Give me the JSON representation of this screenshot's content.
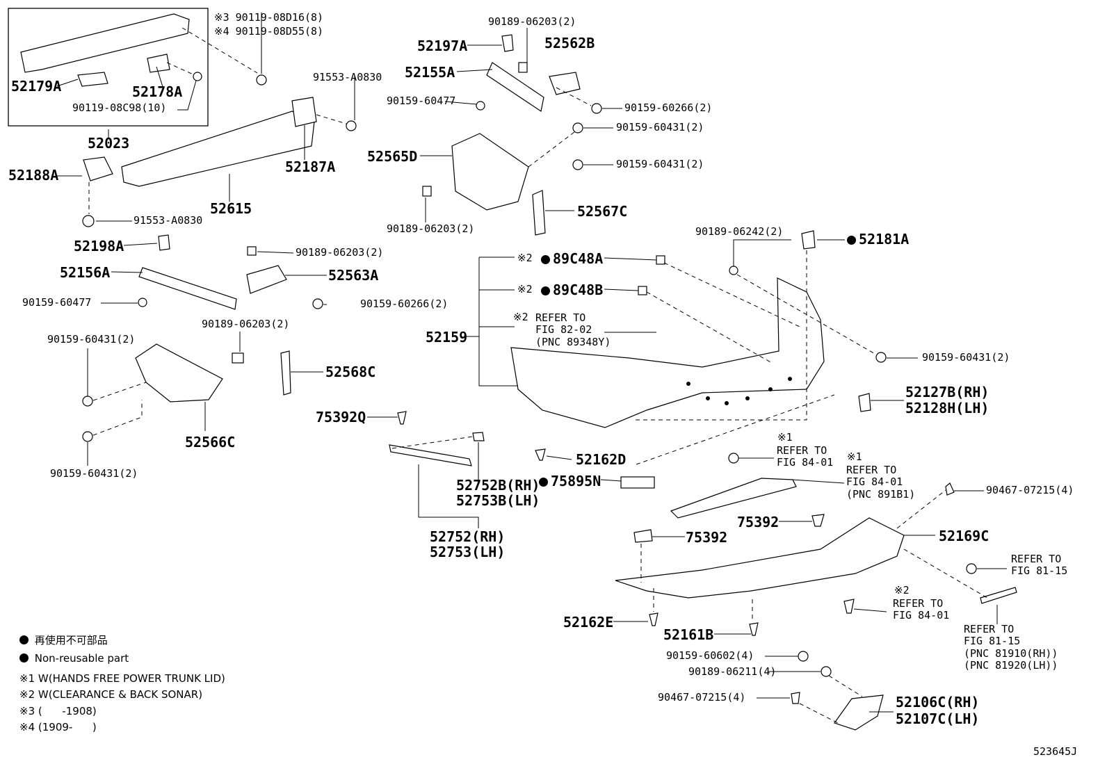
{
  "diagram_id": "523645J",
  "legend": {
    "dot_jp": "再使用不可部品",
    "dot_en": "Non-reusable part",
    "note1": "※1 W(HANDS FREE POWER TRUNK LID)",
    "note2": "※2 W(CLEARANCE & BACK SONAR)",
    "note3": "※3 (      -1908)",
    "note4": "※4 (1909-      )"
  },
  "labels": {
    "p52179A": "52179A",
    "p52178A": "52178A",
    "f90119_08D16": "※3 90119-08D16(8)",
    "f90119_08D55": "※4 90119-08D55(8)",
    "f90119_08C98": "90119-08C98(10)",
    "p52023": "52023",
    "p52188A": "52188A",
    "f91553_top": "91553-A0830",
    "f91553_bot": "91553-A0830",
    "p52187A": "52187A",
    "p52615": "52615",
    "p52197A": "52197A",
    "p52155A": "52155A",
    "f90189_top": "90189-06203(2)",
    "p52562B": "52562B",
    "f90159_60477_top": "90159-60477",
    "f90159_60266_top": "90159-60266(2)",
    "f90159_60431_a": "90159-60431(2)",
    "f90159_60431_b": "90159-60431(2)",
    "p52565D": "52565D",
    "f90189_mid": "90189-06203(2)",
    "p52567C": "52567C",
    "p52198A": "52198A",
    "p52156A": "52156A",
    "f90159_60477_mid": "90159-60477",
    "f90189_left": "90189-06203(2)",
    "p52563A": "52563A",
    "f90159_60266_mid": "90159-60266(2)",
    "f90189_lower": "90189-06203(2)",
    "f90159_60431_left_top": "90159-60431(2)",
    "f90159_60431_left_bot": "90159-60431(2)",
    "p52568C": "52568C",
    "p52566C": "52566C",
    "p75392Q": "75392Q",
    "p52752B": "52752B(RH)",
    "p52753B": "52753B(LH)",
    "p52752": "52752(RH)",
    "p52753": "52753(LH)",
    "f90189_06242": "90189-06242(2)",
    "p52181A": "52181A",
    "p89C48A": "89C48A",
    "p89C48B": "89C48B",
    "note2_a": "※2",
    "note2_b": "※2",
    "note2_c": "※2",
    "ref_fig8202": "REFER TO\nFIG 82-02\n(PNC 89348Y)",
    "p52159": "52159",
    "f90159_60431_right": "90159-60431(2)",
    "p52127B": "52127B(RH)",
    "p52128H": "52128H(LH)",
    "p52162D": "52162D",
    "p75895N": "75895N",
    "note1_a": "※1",
    "ref_fig8401_a": "REFER TO\nFIG 84-01",
    "note1_b": "※1",
    "ref_fig8401_b": "REFER TO\nFIG 84-01\n(PNC 891B1)",
    "f90467_top": "90467-07215(4)",
    "p75392_a": "75392",
    "p75392_b": "75392",
    "p52169C": "52169C",
    "ref_fig8115_a": "REFER TO\nFIG 81-15",
    "note2_d": "※2",
    "ref_fig8401_c": "REFER TO\nFIG 84-01",
    "ref_fig8115_b": "REFER TO\nFIG 81-15\n(PNC 81910(RH))\n(PNC 81920(LH))",
    "p52162E": "52162E",
    "p52161B": "52161B",
    "f90159_60602": "90159-60602(4)",
    "f90189_06211": "90189-06211(4)",
    "f90467_bot": "90467-07215(4)",
    "p52106C": "52106C(RH)",
    "p52107C": "52107C(LH)"
  }
}
